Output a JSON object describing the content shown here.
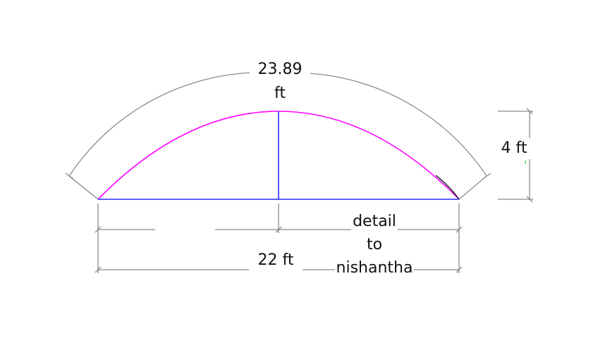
{
  "dimensions": {
    "arc_length": {
      "value": "23.89",
      "unit": "ft"
    },
    "span": "22 ft",
    "rise": "4 ft"
  },
  "note": {
    "line1": "detail",
    "line2": "to",
    "line3": "nishantha"
  },
  "colors": {
    "arc": "#ff00ff",
    "chord": "#2a2aff",
    "dimension": "#8a8a8a"
  }
}
